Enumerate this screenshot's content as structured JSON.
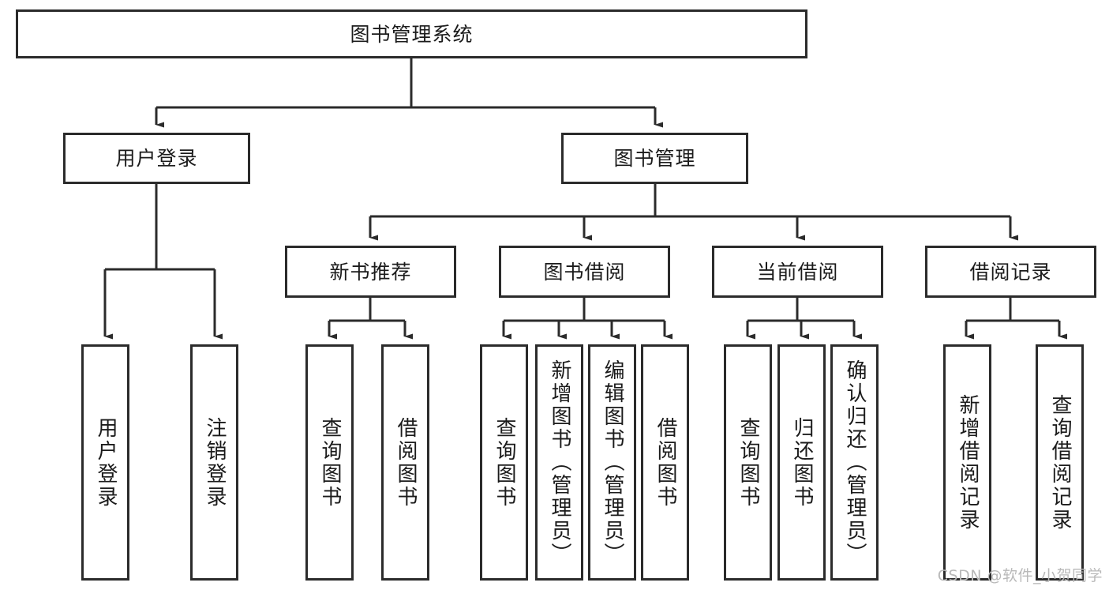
{
  "diagram": {
    "type": "tree-hierarchy",
    "title": "图书管理系统",
    "root": {
      "id": "root",
      "label": "图书管理系统"
    },
    "level1": [
      {
        "id": "user-login",
        "label": "用户登录"
      },
      {
        "id": "book-manage",
        "label": "图书管理"
      }
    ],
    "level2": [
      {
        "id": "new-book-rec",
        "label": "新书推荐",
        "parent": "book-manage"
      },
      {
        "id": "book-borrow",
        "label": "图书借阅",
        "parent": "book-manage"
      },
      {
        "id": "current-borrow",
        "label": "当前借阅",
        "parent": "book-manage"
      },
      {
        "id": "borrow-record",
        "label": "借阅记录",
        "parent": "book-manage"
      }
    ],
    "leaves": {
      "user_login": [
        {
          "id": "leaf-user-login",
          "label": "用户登录"
        },
        {
          "id": "leaf-logout",
          "label": "注销登录"
        }
      ],
      "new_book_rec": [
        {
          "id": "leaf-query-book-1",
          "label": "查询图书"
        },
        {
          "id": "leaf-borrow-book-1",
          "label": "借阅图书"
        }
      ],
      "book_borrow": [
        {
          "id": "leaf-query-book-2",
          "label": "查询图书"
        },
        {
          "id": "leaf-add-book",
          "label": "新增图书（管理员）"
        },
        {
          "id": "leaf-edit-book",
          "label": "编辑图书（管理员）"
        },
        {
          "id": "leaf-borrow-book-2",
          "label": "借阅图书"
        }
      ],
      "current_borrow": [
        {
          "id": "leaf-query-book-3",
          "label": "查询图书"
        },
        {
          "id": "leaf-return-book",
          "label": "归还图书"
        },
        {
          "id": "leaf-confirm-return",
          "label": "确认归还（管理员）"
        }
      ],
      "borrow_record": [
        {
          "id": "leaf-add-record",
          "label": "新增借阅记录"
        },
        {
          "id": "leaf-query-record",
          "label": "查询借阅记录"
        }
      ]
    }
  },
  "watermark": {
    "text": "CSDN @软件_小贺同学"
  },
  "colors": {
    "stroke": "#2b2b2b",
    "fill": "#ffffff",
    "text": "#1b1b1b",
    "watermark": "#b9b9b9"
  }
}
